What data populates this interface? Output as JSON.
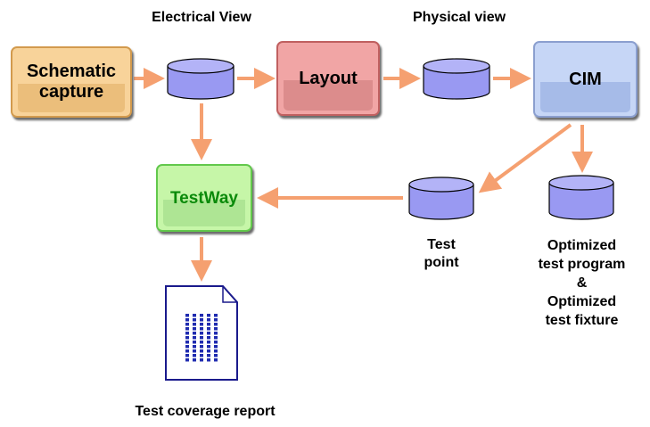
{
  "headings": {
    "electrical": "Electrical View",
    "physical": "Physical view"
  },
  "nodes": {
    "schematic_line1": "Schematic",
    "schematic_line2": "capture",
    "layout": "Layout",
    "cim": "CIM",
    "testway": "TestWay"
  },
  "labels": {
    "test_point_line1": "Test",
    "test_point_line2": "point",
    "optimized_lines": [
      "Optimized",
      "test program",
      "&",
      "Optimized",
      "test fixture"
    ],
    "report": "Test coverage report"
  },
  "icons": [
    "database-icon",
    "document-icon",
    "arrow-icon"
  ],
  "colors": {
    "arrow": "#f5a070",
    "db_body": "#9999f2",
    "db_stroke": "#000000",
    "doc_stroke": "#1a1a8c",
    "doc_bars": "#1f2bb0",
    "schematic_fill": "#f8d39a",
    "layout_fill": "#f1a5a5",
    "cim_fill": "#c6d6f6",
    "testway_fill": "#c6f6a8",
    "testway_text": "#0a8a0a"
  }
}
